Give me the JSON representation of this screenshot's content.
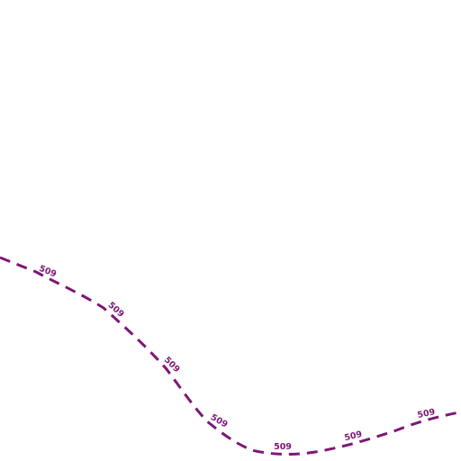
{
  "map": {
    "colors": {
      "background": "#ffffff",
      "route_line": "#7d1677",
      "route_label": "#7d1677",
      "label_halo": "#ffffff"
    },
    "route": {
      "ref": "509",
      "style": "dashed",
      "labels": [
        "509",
        "509",
        "509",
        "509",
        "509",
        "509",
        "509"
      ]
    }
  }
}
